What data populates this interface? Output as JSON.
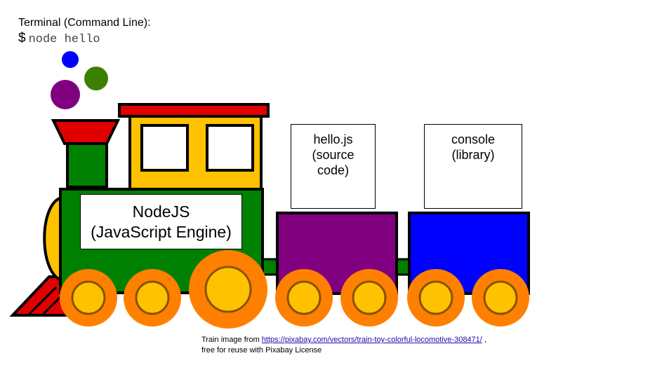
{
  "terminal": {
    "title": "Terminal (Command Line):",
    "prompt": "$",
    "command": "node hello"
  },
  "engine": {
    "line1": "NodeJS",
    "line2": "(JavaScript Engine)"
  },
  "source_car": {
    "line1": "hello.js",
    "line2": "(source",
    "line3": "code)"
  },
  "library_car": {
    "line1": "console",
    "line2": "(library)"
  },
  "credit": {
    "prefix": "Train image from",
    "link_text": "https://pixabay.com/vectors/train-toy-colorful-locomotive-308471/",
    "suffix": ",",
    "line2": "free for reuse with Pixabay License"
  },
  "colors": {
    "engine_body": "#008000",
    "cab": "#ffc200",
    "roof": "#e00000",
    "source_car": "#800080",
    "library_car": "#0000ff",
    "wheel_outer": "#ff8000",
    "wheel_inner": "#ffc200",
    "smoke_blue": "#0000ff",
    "smoke_green": "#3c8000",
    "smoke_purple": "#800080"
  }
}
